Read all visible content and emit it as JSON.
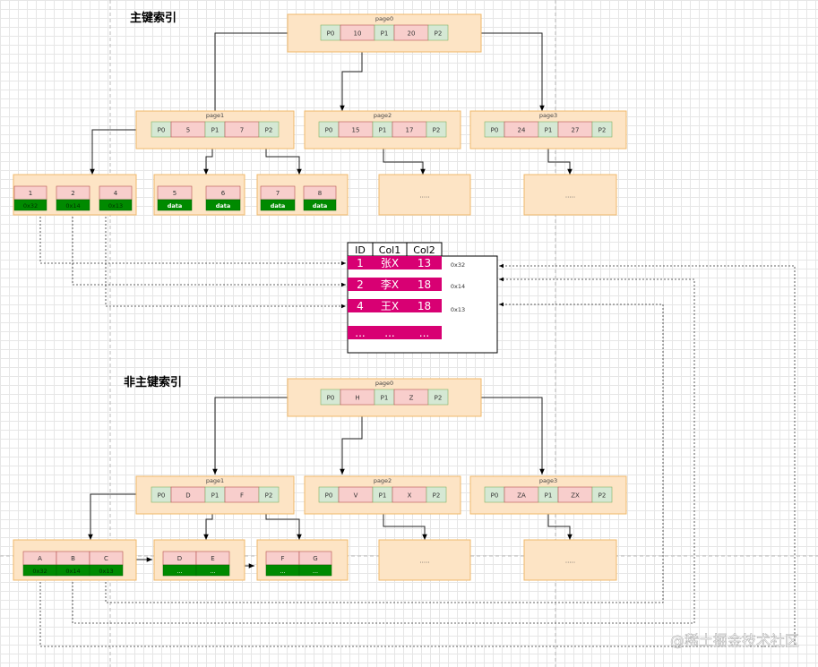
{
  "colors": {
    "page_fill": "#fde4c5",
    "page_stroke": "#f0b86a",
    "pointer_fill": "#d5e8d4",
    "pointer_stroke": "#82b366",
    "key_fill": "#f8cecc",
    "key_stroke": "#b85450",
    "leaf_addr_fill": "#008a00",
    "row_fill": "#d80073",
    "row_text": "#ffffff"
  },
  "primary": {
    "title": "主键索引",
    "root": {
      "label": "page0",
      "cells": [
        "P0",
        "10",
        "P1",
        "20",
        "P2"
      ]
    },
    "page1": {
      "label": "page1",
      "cells": [
        "P0",
        "5",
        "P1",
        "7",
        "P2"
      ]
    },
    "page2": {
      "label": "page2",
      "cells": [
        "P0",
        "15",
        "P1",
        "17",
        "P2"
      ]
    },
    "page3": {
      "label": "page3",
      "cells": [
        "P0",
        "24",
        "P1",
        "27",
        "P2"
      ]
    },
    "leaf1": {
      "keys": [
        "1",
        "2",
        "4"
      ],
      "data": [
        "0x32",
        "0x14",
        "0x13"
      ]
    },
    "leaf2": {
      "keys": [
        "5",
        "6"
      ],
      "data": [
        "data",
        "data"
      ]
    },
    "leaf3": {
      "keys": [
        "7",
        "8"
      ],
      "data": [
        "data",
        "data"
      ]
    },
    "leaf4": {
      "text": "....."
    },
    "leaf5": {
      "text": "....."
    }
  },
  "table": {
    "headers": [
      "ID",
      "Col1",
      "Col2"
    ],
    "rows": [
      [
        "1",
        "张X",
        "13"
      ],
      [
        "2",
        "李X",
        "18"
      ],
      [
        "4",
        "王X",
        "18"
      ],
      [
        "...",
        "...",
        "..."
      ]
    ],
    "addresses": [
      "0x32",
      "0x14",
      "0x13"
    ]
  },
  "secondary": {
    "title": "非主键索引",
    "root": {
      "label": "page0",
      "cells": [
        "P0",
        "H",
        "P1",
        "Z",
        "P2"
      ]
    },
    "page1": {
      "label": "page1",
      "cells": [
        "P0",
        "D",
        "P1",
        "F",
        "P2"
      ]
    },
    "page2": {
      "label": "page2",
      "cells": [
        "P0",
        "V",
        "P1",
        "X",
        "P2"
      ]
    },
    "page3": {
      "label": "page3",
      "cells": [
        "P0",
        "ZA",
        "P1",
        "ZX",
        "P2"
      ]
    },
    "leaf1": {
      "keys": [
        "A",
        "B",
        "C"
      ],
      "data": [
        "0x32",
        "0x14",
        "0x13"
      ]
    },
    "leaf2": {
      "keys": [
        "D",
        "E"
      ],
      "data": [
        "...",
        "..."
      ]
    },
    "leaf3": {
      "keys": [
        "F",
        "G"
      ],
      "data": [
        "...",
        "..."
      ]
    },
    "leaf4": {
      "text": "....."
    },
    "leaf5": {
      "text": "....."
    }
  },
  "watermark": "@稀土掘金技术社区"
}
